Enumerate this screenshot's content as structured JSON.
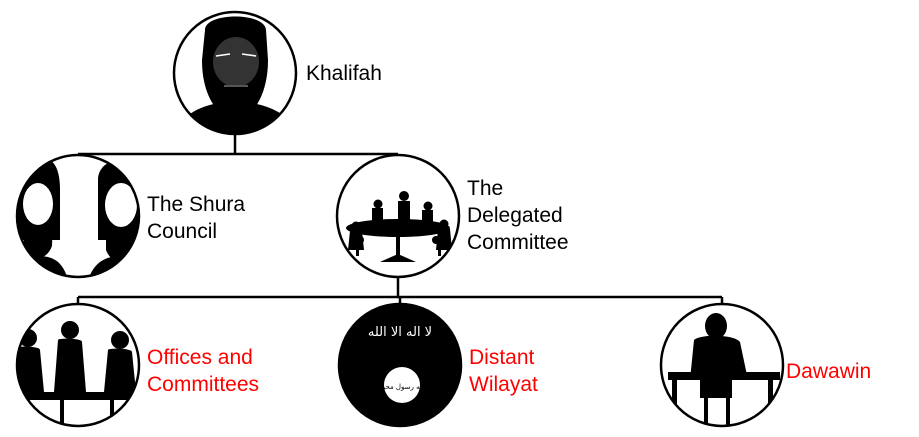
{
  "nodes": {
    "khalifah": {
      "lines": [
        "Khalifah"
      ]
    },
    "shura": {
      "lines": [
        "The Shura",
        "Council"
      ]
    },
    "delegated": {
      "lines": [
        "The",
        "Delegated",
        "Committee"
      ]
    },
    "offices": {
      "lines": [
        "Offices and",
        "Committees"
      ]
    },
    "wilayat": {
      "lines": [
        "Distant",
        "Wilayat"
      ]
    },
    "dawawin": {
      "lines": [
        "Dawawin"
      ]
    }
  },
  "flag_text": {
    "top": "لا اله الا الله",
    "seal": "الله رسول محمد"
  },
  "colors": {
    "text": "#000000",
    "highlight": "#ff0000",
    "line": "#000000"
  }
}
